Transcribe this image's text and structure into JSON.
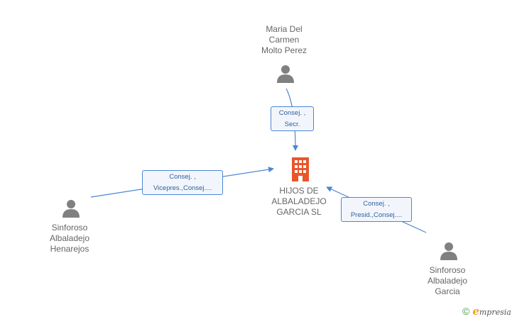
{
  "nodes": {
    "company": {
      "label": "HIJOS DE\nALBALADEJO\nGARCIA SL"
    },
    "person_top": {
      "label": "Maria Del\nCarmen\nMolto Perez"
    },
    "person_left": {
      "label": "Sinforoso\nAlbaladejo\nHenarejos"
    },
    "person_right": {
      "label": "Sinforoso\nAlbaladejo\nGarcia"
    }
  },
  "edges": {
    "top": {
      "line1": "Consej. ,",
      "line2": "Secr."
    },
    "left": {
      "line1": "Consej. ,",
      "line2": "Vicepres.,Consej...."
    },
    "right": {
      "line1": "Consej. ,",
      "line2": "Presid.,Consej...."
    }
  },
  "brand": {
    "copyright": "©",
    "e": "e",
    "name": "mpresia"
  },
  "colors": {
    "company": "#e8562a",
    "person": "#808080",
    "edge": "#4a86d4"
  }
}
